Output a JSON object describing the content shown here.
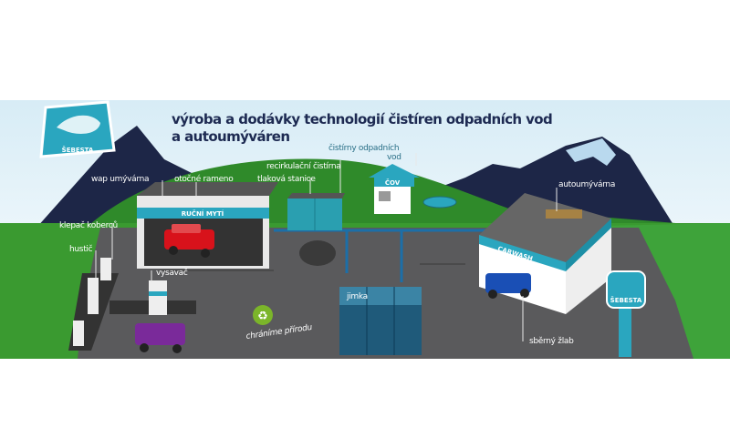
{
  "brand": {
    "name": "ŠEBESTA"
  },
  "headline": {
    "line1": "výroba a dodávky technologií čistíren odpadních vod",
    "line2": "a autoumýváren"
  },
  "labels": {
    "cov_desc_1": "čistírny odpadních",
    "cov_desc_2": "vod",
    "cov": "ČOV",
    "recirc": "recirkulační čistírna",
    "pressure": "tlaková stanice",
    "wap": "wap umývárna",
    "arm": "otočné rameno",
    "manual_wash": "RUČNÍ MYTÍ",
    "carpet": "klepač koberců",
    "inflator": "hustič",
    "vacuum": "vysavač",
    "tank": "jimka",
    "carwash_label": "autoumývárna",
    "carwash_sign": "CARWASH",
    "gutter": "sběrný žlab",
    "eco": "chráníme přírodu"
  },
  "colors": {
    "sky": "#e9f4fa",
    "grass": "#2f8a2a",
    "mountain": "#1d2647",
    "road": "#5a5a5c",
    "teal": "#2aa6bf",
    "pipe": "#1c6fa8"
  }
}
